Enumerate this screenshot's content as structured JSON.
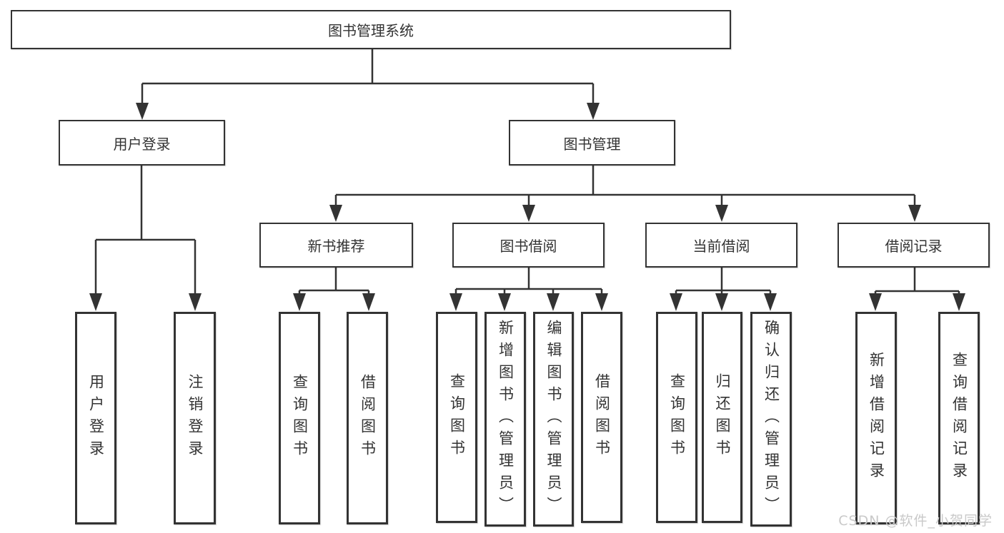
{
  "diagram": {
    "title": "图书管理系统",
    "root": {
      "label": "图书管理系统"
    },
    "level1": [
      {
        "label": "用户登录"
      },
      {
        "label": "图书管理"
      }
    ],
    "level2": [
      {
        "label": "新书推荐"
      },
      {
        "label": "图书借阅"
      },
      {
        "label": "当前借阅"
      },
      {
        "label": "借阅记录"
      }
    ],
    "leaves": [
      {
        "parent": "用户登录",
        "label": "用户登录"
      },
      {
        "parent": "用户登录",
        "label": "注销登录"
      },
      {
        "parent": "新书推荐",
        "label": "查询图书"
      },
      {
        "parent": "新书推荐",
        "label": "借阅图书"
      },
      {
        "parent": "图书借阅",
        "label": "查询图书"
      },
      {
        "parent": "图书借阅",
        "label": "新增图书（管理员）"
      },
      {
        "parent": "图书借阅",
        "label": "编辑图书（管理员）"
      },
      {
        "parent": "图书借阅",
        "label": "借阅图书"
      },
      {
        "parent": "当前借阅",
        "label": "查询图书"
      },
      {
        "parent": "当前借阅",
        "label": "归还图书"
      },
      {
        "parent": "当前借阅",
        "label": "确认归还（管理员）"
      },
      {
        "parent": "借阅记录",
        "label": "新增借阅记录"
      },
      {
        "parent": "借阅记录",
        "label": "查询借阅记录"
      }
    ]
  },
  "watermark": "CSDN @软件_小贺同学",
  "colors": {
    "line": "#333333",
    "box_border": "#333333",
    "text": "#333333",
    "watermark": "#c9c9c9",
    "background": "#ffffff"
  }
}
